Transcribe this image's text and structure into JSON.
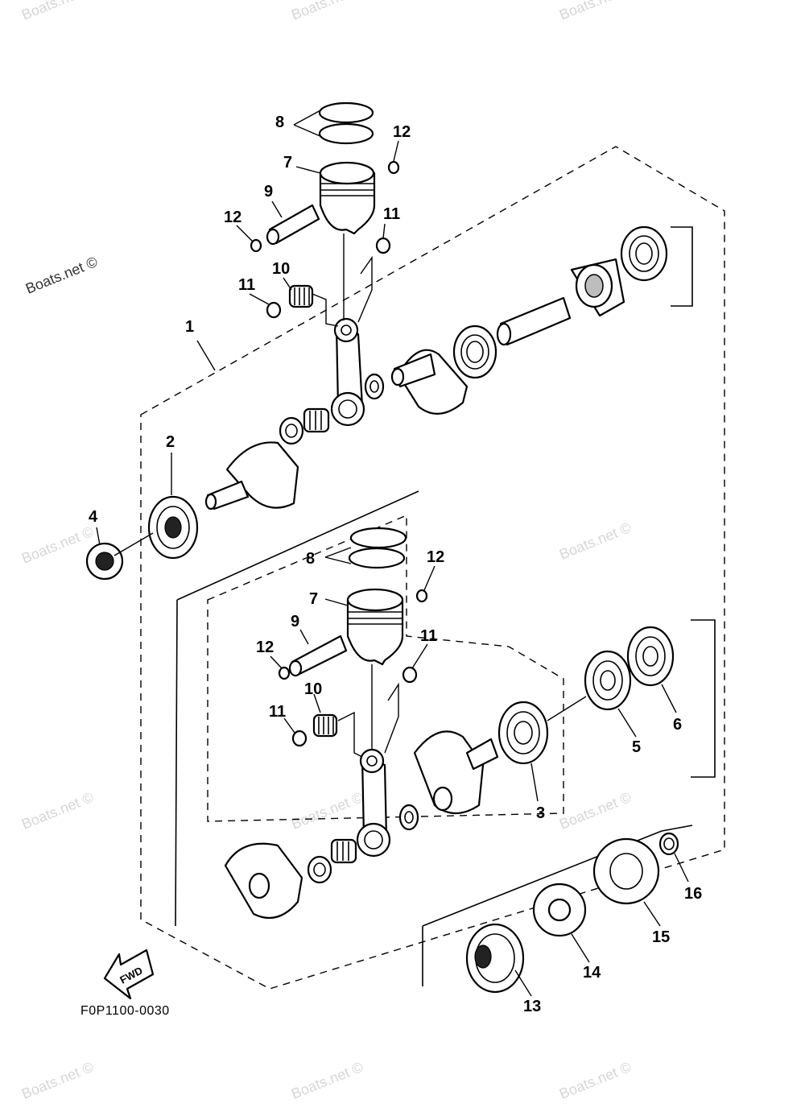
{
  "diagram": {
    "drawing_code": "F0P1100-0030",
    "watermark": "Boats.net ©",
    "fwd_label": "FWD",
    "callouts": {
      "p1": "1",
      "p2": "2",
      "p3": "3",
      "p4": "4",
      "p5": "5",
      "p6": "6",
      "p7a": "7",
      "p7b": "7",
      "p8a": "8",
      "p8b": "8",
      "p9a": "9",
      "p9b": "9",
      "p10a": "10",
      "p10b": "10",
      "p11a": "11",
      "p11b": "11",
      "p11c": "11",
      "p11d": "11",
      "p12a": "12",
      "p12b": "12",
      "p12c": "12",
      "p12d": "12",
      "p13": "13",
      "p14": "14",
      "p15": "15",
      "p16": "16"
    }
  }
}
